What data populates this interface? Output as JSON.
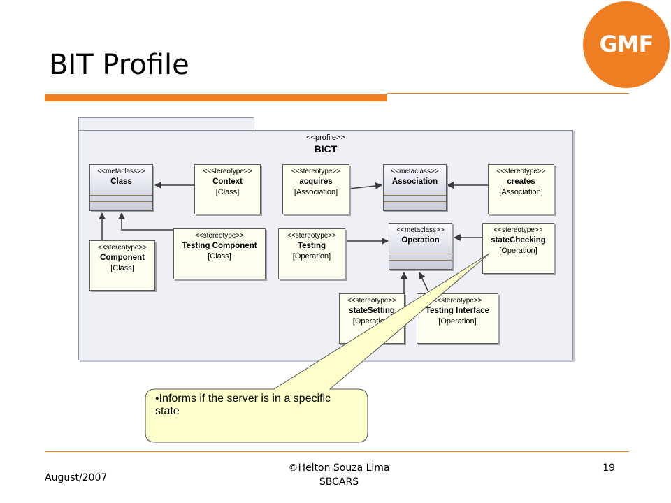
{
  "logo": {
    "text": "GMF",
    "color": "#ef7d22"
  },
  "slide": {
    "title": "BIT Profile",
    "accent_color": "#ef7d22"
  },
  "profile": {
    "stereotype": "<<profile>>",
    "name": "BICT"
  },
  "elements": {
    "class": {
      "stereotype": "<<metaclass>>",
      "name": "Class"
    },
    "context": {
      "stereotype": "<<stereotype>>",
      "name": "Context",
      "extends": "[Class]"
    },
    "acquires": {
      "stereotype": "<<stereotype>>",
      "name": "acquires",
      "extends": "[Association]"
    },
    "association": {
      "stereotype": "<<metaclass>>",
      "name": "Association"
    },
    "creates": {
      "stereotype": "<<stereotype>>",
      "name": "creates",
      "extends": "[Association]"
    },
    "component": {
      "stereotype": "<<stereotype>>",
      "name": "Component",
      "extends": "[Class]"
    },
    "testing_component": {
      "stereotype": "<<stereotype>>",
      "name": "Testing Component",
      "extends": "[Class]"
    },
    "testing": {
      "stereotype": "<<stereotype>>",
      "name": "Testing",
      "extends": "[Operation]"
    },
    "operation": {
      "stereotype": "<<metaclass>>",
      "name": "Operation"
    },
    "state_checking": {
      "stereotype": "<<stereotype>>",
      "name": "stateChecking",
      "extends": "[Operation]"
    },
    "state_setting": {
      "stereotype": "<<stereotype>>",
      "name": "stateSetting",
      "extends": "[Operation]"
    },
    "testing_interface": {
      "stereotype": "<<stereotype>>",
      "name": "Testing Interface",
      "extends": "[Operation]"
    }
  },
  "callout": {
    "text": "•Informs if the server is in a specific state"
  },
  "footer": {
    "date": "August/2007",
    "author": "©Helton Souza Lima",
    "event": "SBCARS",
    "page": "19"
  }
}
